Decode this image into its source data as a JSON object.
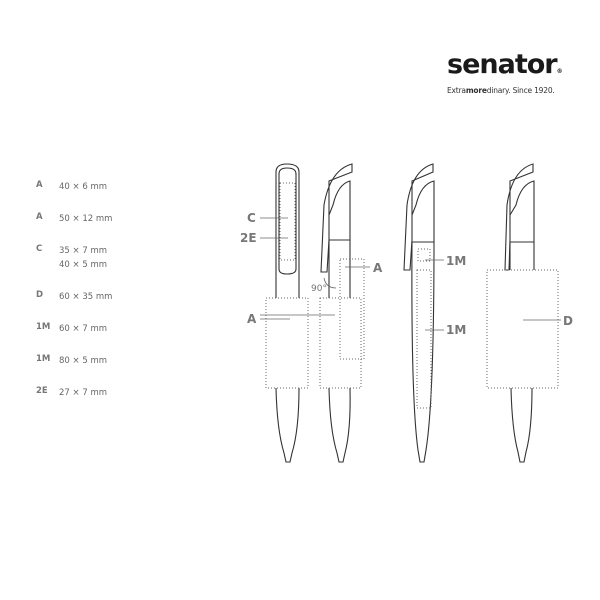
{
  "brand": {
    "name": "senator",
    "registered": "®",
    "tagline_pre": "Extra",
    "tagline_bold": "more",
    "tagline_post": "dinary. Since 1920."
  },
  "legend": [
    {
      "code": "A",
      "sizes": [
        "40 × 6 mm"
      ]
    },
    {
      "code": "A",
      "sizes": [
        "50 × 12 mm"
      ]
    },
    {
      "code": "C",
      "sizes": [
        "35 × 7 mm",
        "40 × 5 mm"
      ]
    },
    {
      "code": "D",
      "sizes": [
        "60 × 35 mm"
      ]
    },
    {
      "code": "1M",
      "sizes": [
        "60 × 7 mm"
      ]
    },
    {
      "code": "1M",
      "sizes": [
        "80 × 5 mm"
      ]
    },
    {
      "code": "2E",
      "sizes": [
        "27 × 7 mm"
      ]
    }
  ],
  "diagram": {
    "labels": {
      "c": "C",
      "e2": "2E",
      "a_front": "A",
      "a_clip": "A",
      "angle": "90°",
      "m1_top": "1M",
      "m1_body": "1M",
      "d": "D"
    }
  }
}
